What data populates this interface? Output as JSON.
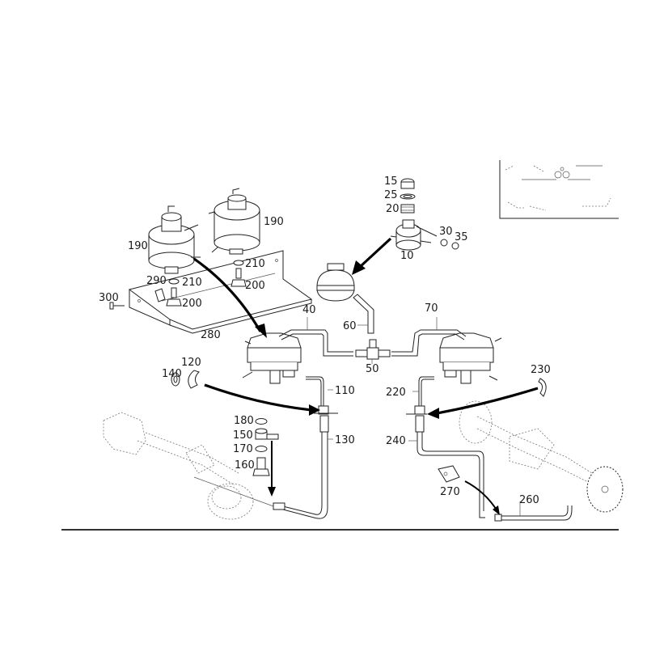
{
  "diagram": {
    "type": "exploded parts diagram",
    "subject": "hydraulic reservoir and line assembly",
    "part_labels": [
      {
        "id": "190a",
        "text": "190"
      },
      {
        "id": "190b",
        "text": "190"
      },
      {
        "id": "210a",
        "text": "210"
      },
      {
        "id": "210b",
        "text": "210"
      },
      {
        "id": "200a",
        "text": "200"
      },
      {
        "id": "200b",
        "text": "200"
      },
      {
        "id": "290",
        "text": "290"
      },
      {
        "id": "300",
        "text": "300"
      },
      {
        "id": "280",
        "text": "280"
      },
      {
        "id": "15",
        "text": "15"
      },
      {
        "id": "25",
        "text": "25"
      },
      {
        "id": "20",
        "text": "20"
      },
      {
        "id": "10",
        "text": "10"
      },
      {
        "id": "30",
        "text": "30"
      },
      {
        "id": "35",
        "text": "35"
      },
      {
        "id": "40",
        "text": "40"
      },
      {
        "id": "60",
        "text": "60"
      },
      {
        "id": "50",
        "text": "50"
      },
      {
        "id": "70",
        "text": "70"
      },
      {
        "id": "120",
        "text": "120"
      },
      {
        "id": "140",
        "text": "140"
      },
      {
        "id": "110",
        "text": "110"
      },
      {
        "id": "130",
        "text": "130"
      },
      {
        "id": "180",
        "text": "180"
      },
      {
        "id": "150",
        "text": "150"
      },
      {
        "id": "170",
        "text": "170"
      },
      {
        "id": "160",
        "text": "160"
      },
      {
        "id": "220",
        "text": "220"
      },
      {
        "id": "240",
        "text": "240"
      },
      {
        "id": "230",
        "text": "230"
      },
      {
        "id": "270",
        "text": "270"
      },
      {
        "id": "260",
        "text": "260"
      }
    ],
    "colors": {
      "line": "#222222",
      "arrow": "#000000",
      "background": "#ffffff"
    }
  }
}
